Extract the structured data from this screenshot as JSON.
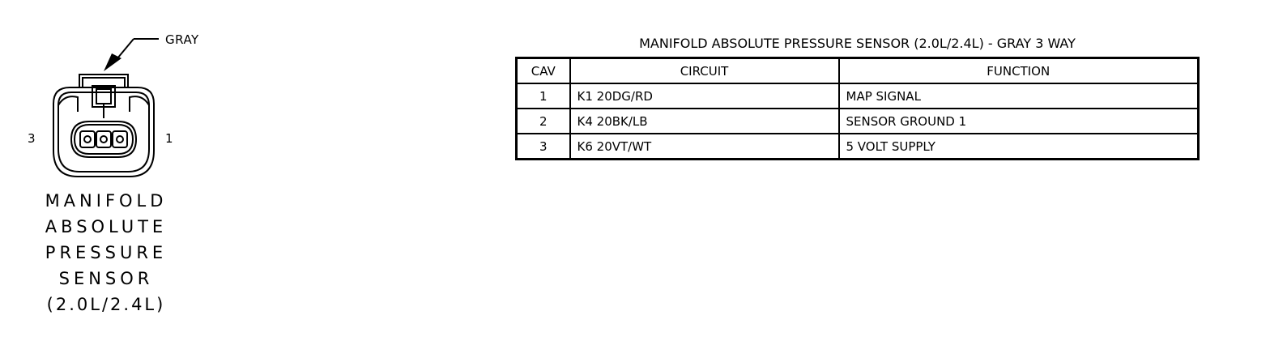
{
  "connector": {
    "color_label": "GRAY",
    "pin_left": "3",
    "pin_right": "1"
  },
  "component": {
    "name_lines": [
      "MANIFOLD",
      "ABSOLUTE",
      "PRESSURE",
      "SENSOR",
      "(2.0L/2.4L)"
    ]
  },
  "table": {
    "title": "MANIFOLD ABSOLUTE PRESSURE SENSOR (2.0L/2.4L) - GRAY 3 WAY",
    "headers": {
      "cav": "CAV",
      "circuit": "CIRCUIT",
      "function": "FUNCTION"
    },
    "rows": [
      {
        "cav": "1",
        "circuit": "K1  20DG/RD",
        "function": "MAP SIGNAL"
      },
      {
        "cav": "2",
        "circuit": "K4  20BK/LB",
        "function": "SENSOR GROUND 1"
      },
      {
        "cav": "3",
        "circuit": "K6  20VT/WT",
        "function": "5 VOLT SUPPLY"
      }
    ]
  }
}
